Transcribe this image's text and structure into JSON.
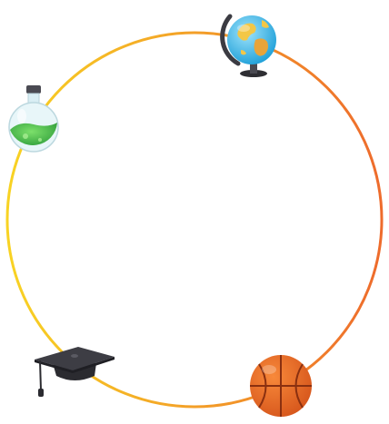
{
  "diagram": {
    "ring_gradient": {
      "left_color": "#F8D323",
      "right_color": "#EE6B2C"
    },
    "items": [
      {
        "name": "globe",
        "icon": "globe-icon"
      },
      {
        "name": "flask",
        "icon": "flask-icon"
      },
      {
        "name": "graduation-cap",
        "icon": "graduation-cap-icon"
      },
      {
        "name": "basketball",
        "icon": "basketball-icon"
      }
    ]
  }
}
